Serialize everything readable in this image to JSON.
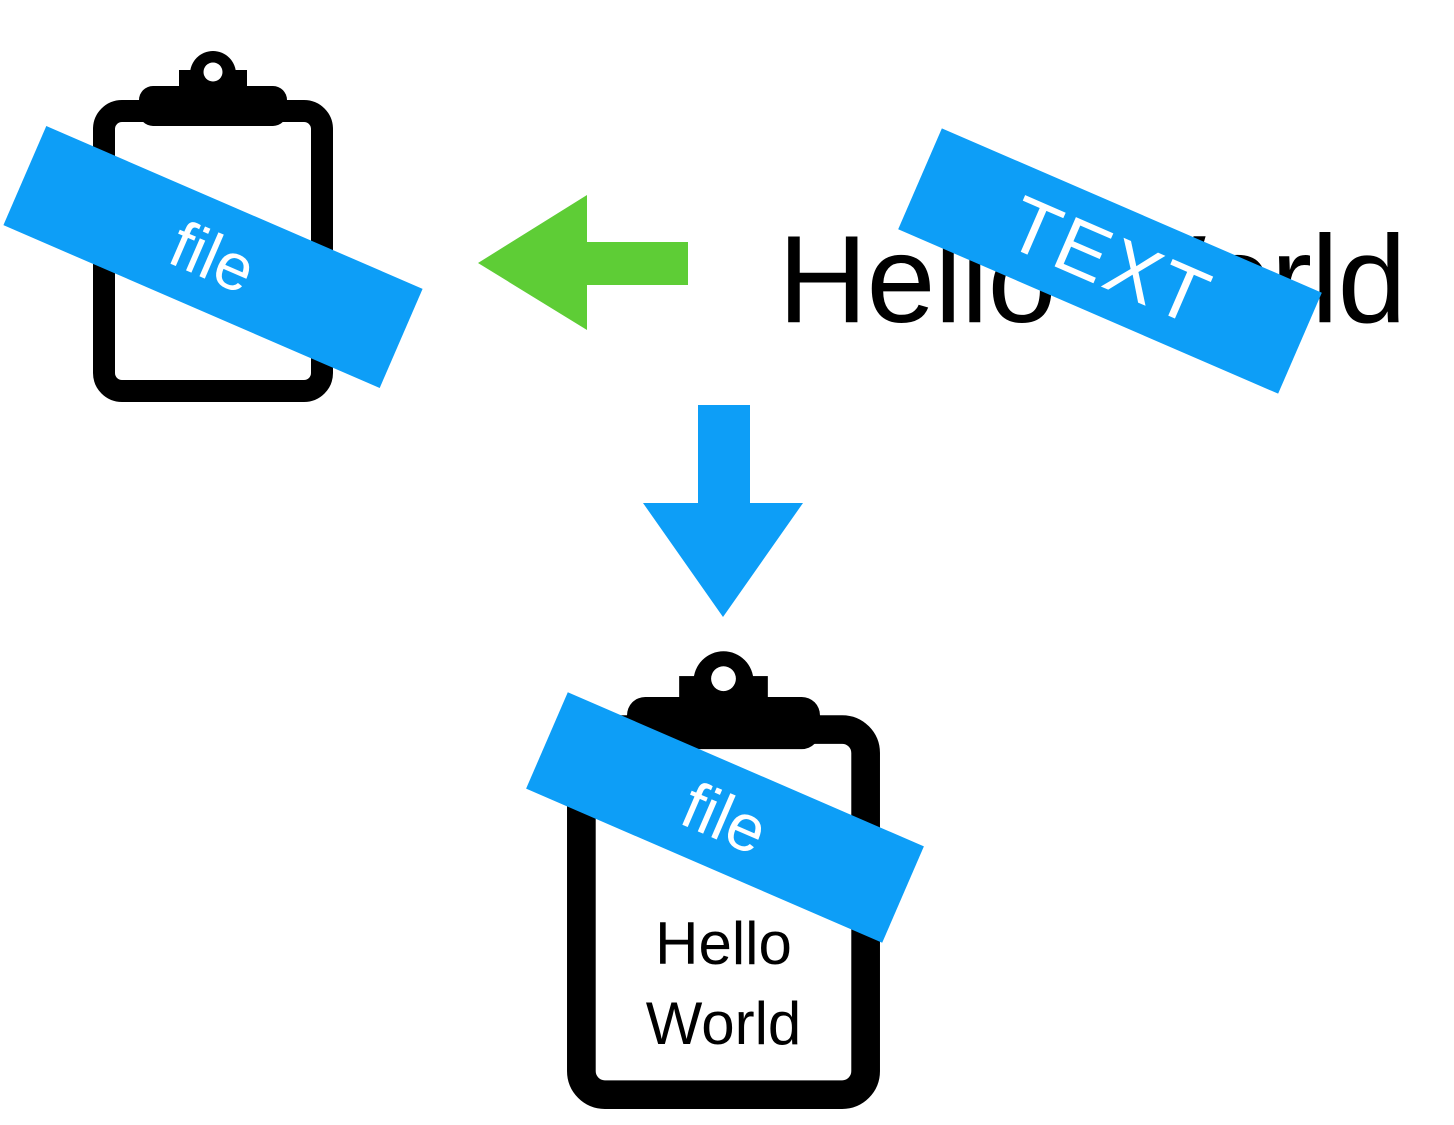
{
  "colors": {
    "blue": "#0d9ef7",
    "green": "#5ecd36",
    "black": "#000000",
    "white": "#ffffff"
  },
  "diagram": {
    "top_left_clipboard": {
      "banner_label": "file"
    },
    "source": {
      "text": "Hello World",
      "banner_label": "TEXT"
    },
    "result_clipboard": {
      "banner_label": "file",
      "content_line1": "Hello",
      "content_line2": "World"
    }
  }
}
